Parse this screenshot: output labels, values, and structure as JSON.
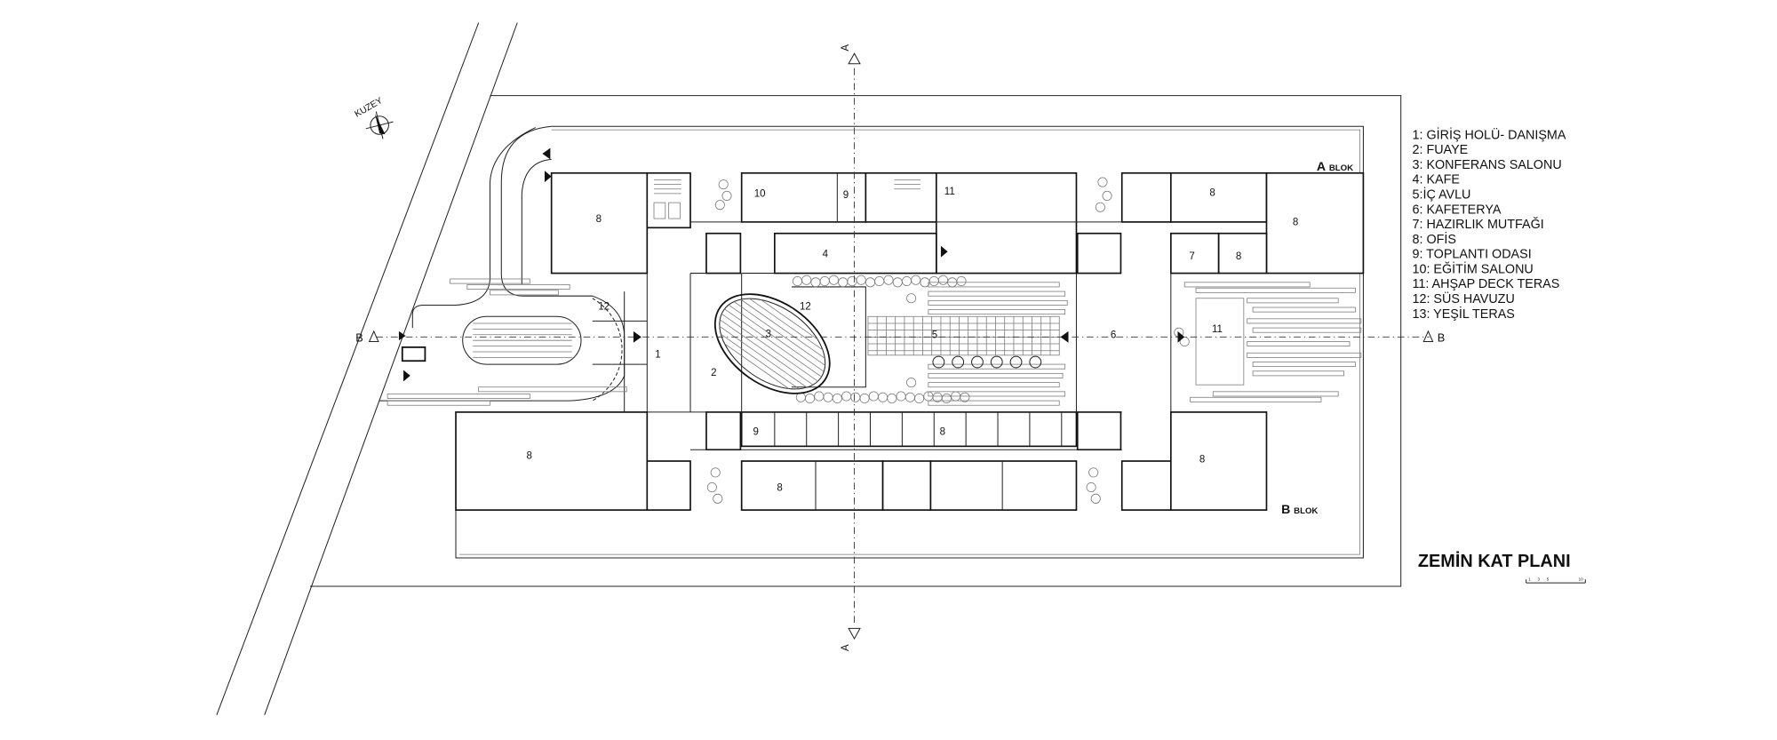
{
  "plan": {
    "title": "ZEMİN KAT PLANI",
    "north_label": "KUZEY",
    "scale_bar_labels": [
      "1",
      "3",
      "5",
      "10"
    ],
    "block_a": {
      "letter": "A",
      "word": "BLOK"
    },
    "block_b": {
      "letter": "B",
      "word": "BLOK"
    },
    "section_markers": {
      "a_top": "A",
      "a_bottom": "A",
      "b_left": "B",
      "b_right": "B"
    },
    "room_labels": [
      "8",
      "10",
      "9",
      "11",
      "4",
      "8",
      "8",
      "7",
      "8",
      "12",
      "12",
      "3",
      "5",
      "6",
      "11",
      "1",
      "2",
      "8",
      "9",
      "8",
      "8",
      "8"
    ]
  },
  "legend": [
    "1: GİRİŞ HOLÜ- DANIŞMA",
    "2: FUAYE",
    "3: KONFERANS SALONU",
    "4: KAFE",
    "5:İÇ AVLU",
    "6: KAFETERYA",
    "7: HAZIRLIK MUTFAĞI",
    "8: OFİS",
    "9: TOPLANTI ODASI",
    "10: EĞİTİM SALONU",
    "11: AHŞAP DECK TERAS",
    "12: SÜS HAVUZU",
    "13: YEŞİL TERAS"
  ]
}
